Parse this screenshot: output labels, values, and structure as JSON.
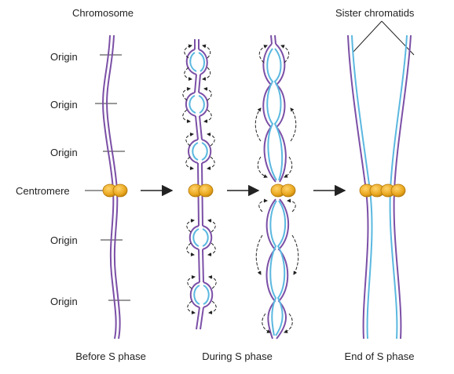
{
  "labels": {
    "chromosome": "Chromosome",
    "sister_chromatids": "Sister chromatids",
    "origin": "Origin",
    "centromere": "Centromere"
  },
  "captions": {
    "before": "Before S phase",
    "during": "During S phase",
    "end": "End of S phase"
  },
  "colors": {
    "parental_strand": "#7b4fa6",
    "new_strand": "#5bb8e0",
    "centromere": "#e8a51c",
    "text": "#222222",
    "arrow": "#222222"
  }
}
